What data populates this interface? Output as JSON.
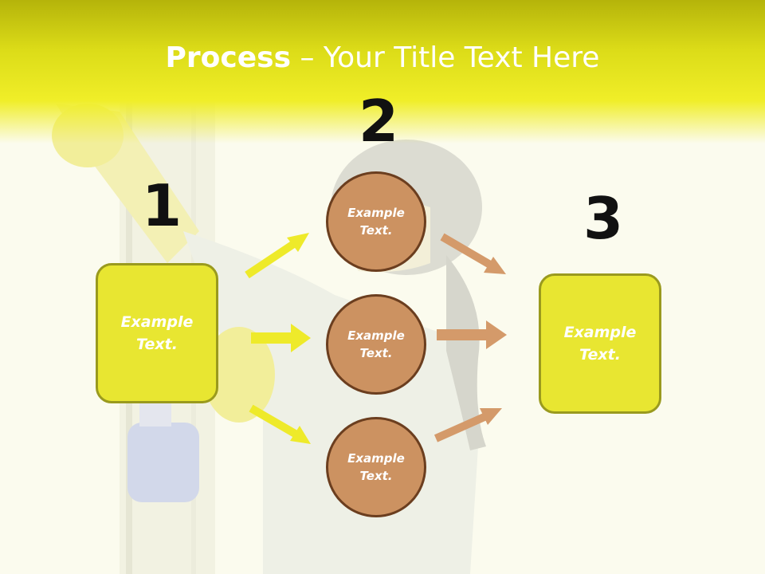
{
  "title": {
    "bold": "Process",
    "rest": " – Your Title Text Here"
  },
  "steps": [
    {
      "number": "1"
    },
    {
      "number": "2"
    },
    {
      "number": "3"
    }
  ],
  "left_box": {
    "text": "Example\nText."
  },
  "right_box": {
    "text": "Example\nText."
  },
  "circles": [
    {
      "text": "Example\nText."
    },
    {
      "text": "Example\nText."
    },
    {
      "text": "Example\nText."
    }
  ],
  "colors": {
    "header": "#dcdc18",
    "box_fill": "#e8e631",
    "box_border": "#9a9a1e",
    "circle_fill": "#cc9261",
    "circle_border": "#6b3e1f",
    "arrow_yellow": "#eeea2a",
    "arrow_brown": "#d49a6a"
  }
}
